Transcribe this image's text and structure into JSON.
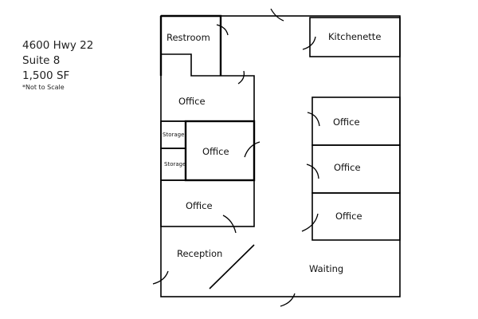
{
  "info": {
    "address": "4600 Hwy 22",
    "suite": "Suite 8",
    "area": "1,500 SF",
    "note": "*Not to Scale"
  },
  "rooms": {
    "restroom": "Restroom",
    "kitchenette": "Kitchenette",
    "office1": "Office",
    "storage1": "Storage",
    "storage2": "Storage",
    "office2": "Office",
    "office3": "Office",
    "office_r1": "Office",
    "office_r2": "Office",
    "office_r3": "Office",
    "reception": "Reception",
    "waiting": "Waiting"
  }
}
